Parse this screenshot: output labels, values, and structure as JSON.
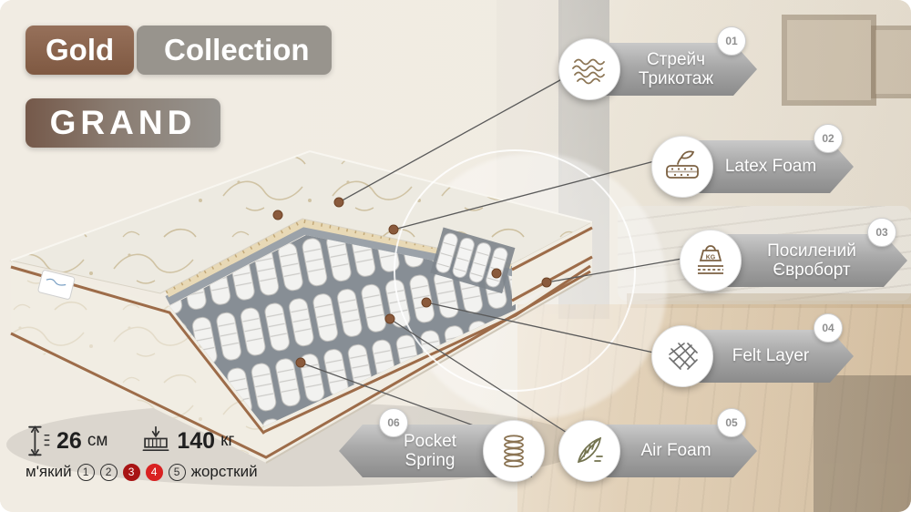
{
  "brand": {
    "gold": "Gold",
    "collection": "Collection",
    "model": "GRAND"
  },
  "callouts": [
    {
      "number": "01",
      "label": "Стрейч Трикотаж",
      "icon": "stretch-knit-icon",
      "side": "right"
    },
    {
      "number": "02",
      "label": "Latex Foam",
      "icon": "latex-foam-icon",
      "side": "right"
    },
    {
      "number": "03",
      "label": "Посилений Євроборт",
      "icon": "reinforced-border-kg-icon",
      "side": "right"
    },
    {
      "number": "04",
      "label": "Felt Layer",
      "icon": "felt-layer-icon",
      "side": "right"
    },
    {
      "number": "05",
      "label": "Air Foam",
      "icon": "air-foam-feather-icon",
      "side": "right"
    },
    {
      "number": "06",
      "label": "Pocket Spring",
      "icon": "pocket-spring-icon",
      "side": "left"
    }
  ],
  "specs": {
    "height_value": "26",
    "height_unit": "см",
    "weight_value": "140",
    "weight_unit": "кг",
    "height_icon": "height-arrow-icon",
    "weight_icon": "max-load-icon"
  },
  "firmness": {
    "left_label": "м'який",
    "right_label": "жорсткий",
    "levels": [
      "1",
      "2",
      "3",
      "4",
      "5"
    ],
    "active_levels": [
      "3",
      "4"
    ]
  },
  "colors": {
    "brand_brown": "#8a6049",
    "banner_gray": "#9a9a9a",
    "firmness_red_dark": "#a81414",
    "firmness_red": "#d92121",
    "piping_brown": "#9d6c49"
  }
}
